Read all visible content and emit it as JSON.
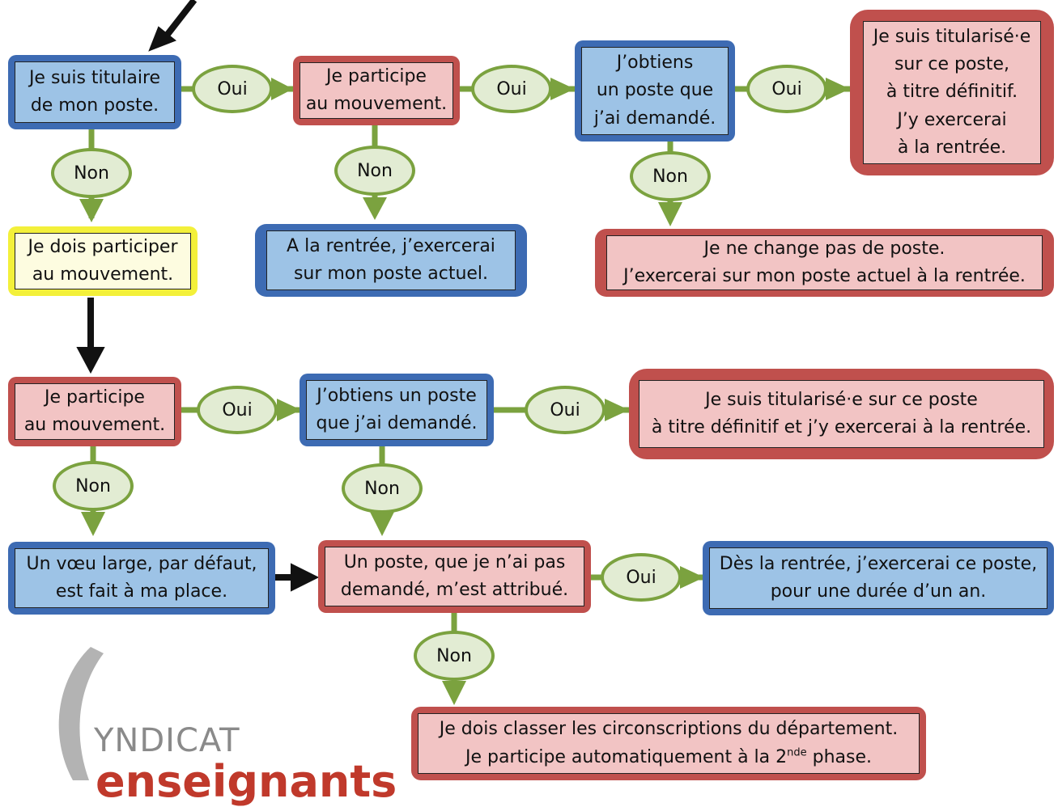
{
  "boxes": {
    "b1": [
      "Je suis titulaire",
      "de mon poste."
    ],
    "b2": [
      "Je participe",
      "au mouvement."
    ],
    "b3": [
      "J’obtiens",
      "un poste que",
      "j’ai demandé."
    ],
    "b4": [
      "Je suis titularisé·e",
      "sur ce poste,",
      "à titre définitif.",
      "J’y exercerai",
      "à la rentrée."
    ],
    "b5": [
      "Je dois participer",
      "au mouvement."
    ],
    "b6": [
      "A la rentrée, j’exercerai",
      "sur mon poste actuel."
    ],
    "b7": [
      "Je ne change pas de poste.",
      "J’exercerai sur mon poste actuel à la rentrée."
    ],
    "b8": [
      "Je participe",
      "au mouvement."
    ],
    "b9": [
      "J’obtiens un poste",
      "que j’ai demandé."
    ],
    "b10": [
      "Je suis titularisé·e sur ce poste",
      "à titre définitif et j’y exercerai à la rentrée."
    ],
    "b11": [
      "Un vœu large, par défaut,",
      "est fait à ma place."
    ],
    "b12": [
      "Un poste, que je n’ai pas",
      "demandé, m’est attribué."
    ],
    "b13": [
      "Dès la rentrée, j’exercerai ce poste,",
      "pour une durée d’un an."
    ],
    "b14": {
      "line1": "Je dois classer les circonscriptions du département.",
      "line2_pre": "Je participe automatiquement à la 2",
      "line2_sup": "nde",
      "line2_post": " phase."
    }
  },
  "oui": "Oui",
  "non": "Non",
  "logo": {
    "top": "YNDICAT",
    "bottom": "enseignants"
  },
  "colors": {
    "blue_border": "#3d6bb3",
    "blue_fill": "#9dc3e6",
    "red_border": "#c0504d",
    "red_fill": "#f2c4c4",
    "yellow_border": "#f3f03a",
    "yellow_fill": "#fdfce0",
    "oval_border": "#7ba23f",
    "oval_fill": "#e2ecd3"
  }
}
